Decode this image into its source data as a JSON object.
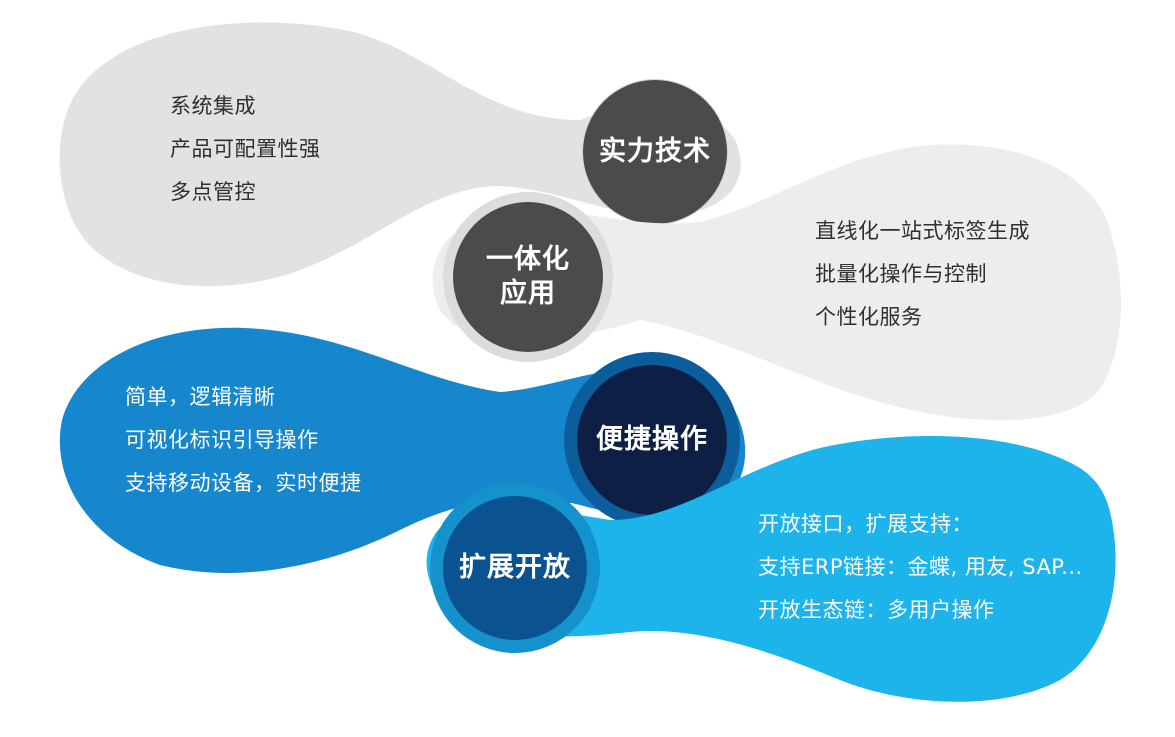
{
  "sections": [
    {
      "id": "technology",
      "hub_label": "实力技术",
      "items": [
        "系统集成",
        "产品可配置性强",
        "多点管控"
      ],
      "colors": {
        "blob": "#e2e2e2",
        "ring": "#d2d2d2",
        "hub": "#4d4a4a"
      }
    },
    {
      "id": "integration",
      "hub_label": "一体化应用",
      "hub_label_lines": [
        "一体化",
        "应用"
      ],
      "items": [
        "直线化一站式标签生成",
        "批量化操作与控制",
        "个性化服务"
      ],
      "colors": {
        "blob": "#ededed",
        "ring": "#dcdcdc",
        "hub": "#4d4a4a"
      }
    },
    {
      "id": "convenience",
      "hub_label": "便捷操作",
      "items": [
        "简单，逻辑清晰",
        "可视化标识引导操作",
        "支持移动设备，实时便捷"
      ],
      "colors": {
        "blob": "#1687cd",
        "ring": "#0c5d9c",
        "hub": "#0d1f44"
      }
    },
    {
      "id": "openness",
      "hub_label": "扩展开放",
      "items": [
        "开放接口，扩展支持：",
        "支持ERP链接：金蝶, 用友, SAP...",
        "开放生态链：多用户操作"
      ],
      "colors": {
        "blob": "#1cb4ea",
        "ring": "#1591cc",
        "hub": "#0a5390"
      }
    }
  ]
}
